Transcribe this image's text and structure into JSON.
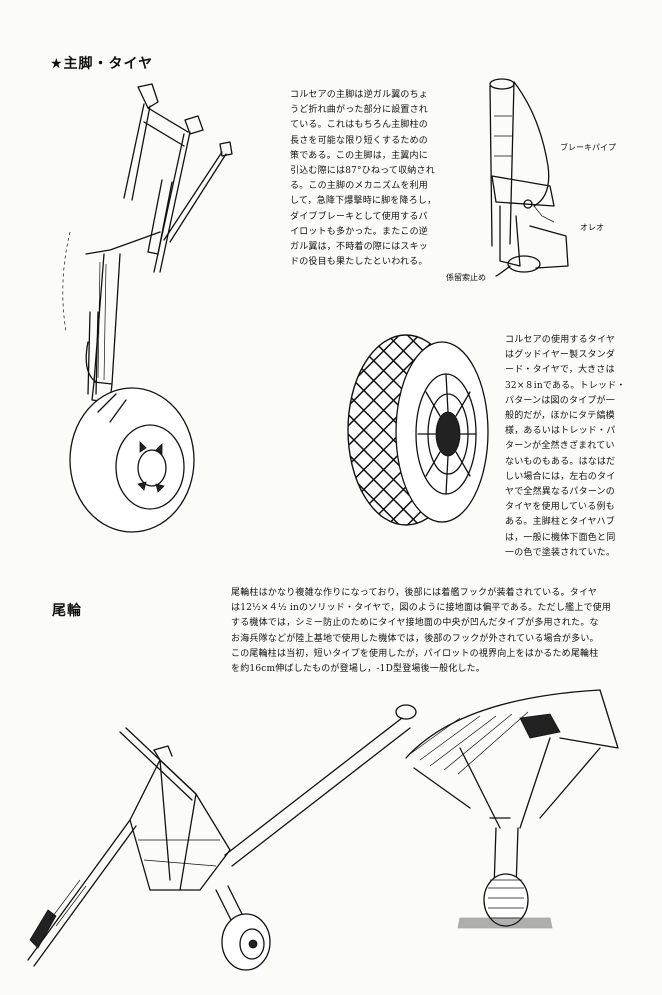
{
  "sections": {
    "main_gear": {
      "heading": "★主脚・タイヤ",
      "paragraph1": "コルセアの主脚は逆ガル翼のちょ\nうど折れ曲がった部分に設置され\nている。これはもちろん主脚柱の\n長さを可能な限り短くするための\n策である。この主脚は，主翼内に\n引込む際には87°ひねって収納され\nる。この主脚のメカニズムを利用\nして，急降下爆撃時に脚を降ろし，\nダイブブレーキとして使用するパ\nイロットも多かった。またこの逆\nガル翼は，不時着の際にはスキッ\nドの役目も果たしたといわれる。",
      "paragraph2": "コルセアの使用するタイヤ\nはグッドイヤー製スタンダ\nード・タイヤで，大きさは\n32×８inである。トレッド・\nパターンは図のタイプが一\n般的だが，ほかにタテ縞模\n様，あるいはトレッド・パ\nターンが全然きざまれてい\nないものもある。はなはだ\nしい場合には，左右のタイ\nヤで全然異なるパターンの\nタイヤを使用している例も\nある。主脚柱とタイヤハブ\nは，一般に機体下面色と同\n一の色で塗装されていた。",
      "labels": {
        "brake_pipe": "ブレーキパイプ",
        "oleo": "オレオ",
        "tie_down": "係留索止め"
      }
    },
    "tail_wheel": {
      "heading": "尾輪",
      "paragraph": "尾輪柱はかなり複雑な作りになっており，後部には着艦フックが装着されている。タイヤ\nは12½×４½ inのソリッド・タイヤで，図のように接地面は偏平である。ただし艦上で使用\nする機体では，シミー防止のためにタイヤ接地面の中央が凹んだタイプが多用された。な\nお海兵隊などが陸上基地で使用した機体では，後部のフックが外されている場合が多い。\nこの尾輪柱は当初，短いタイプを使用したが，パイロットの視界向上をはかるため尾輪柱\nを約16cm伸ばしたものが登場し，-1D型登場後一般化した。"
    }
  }
}
